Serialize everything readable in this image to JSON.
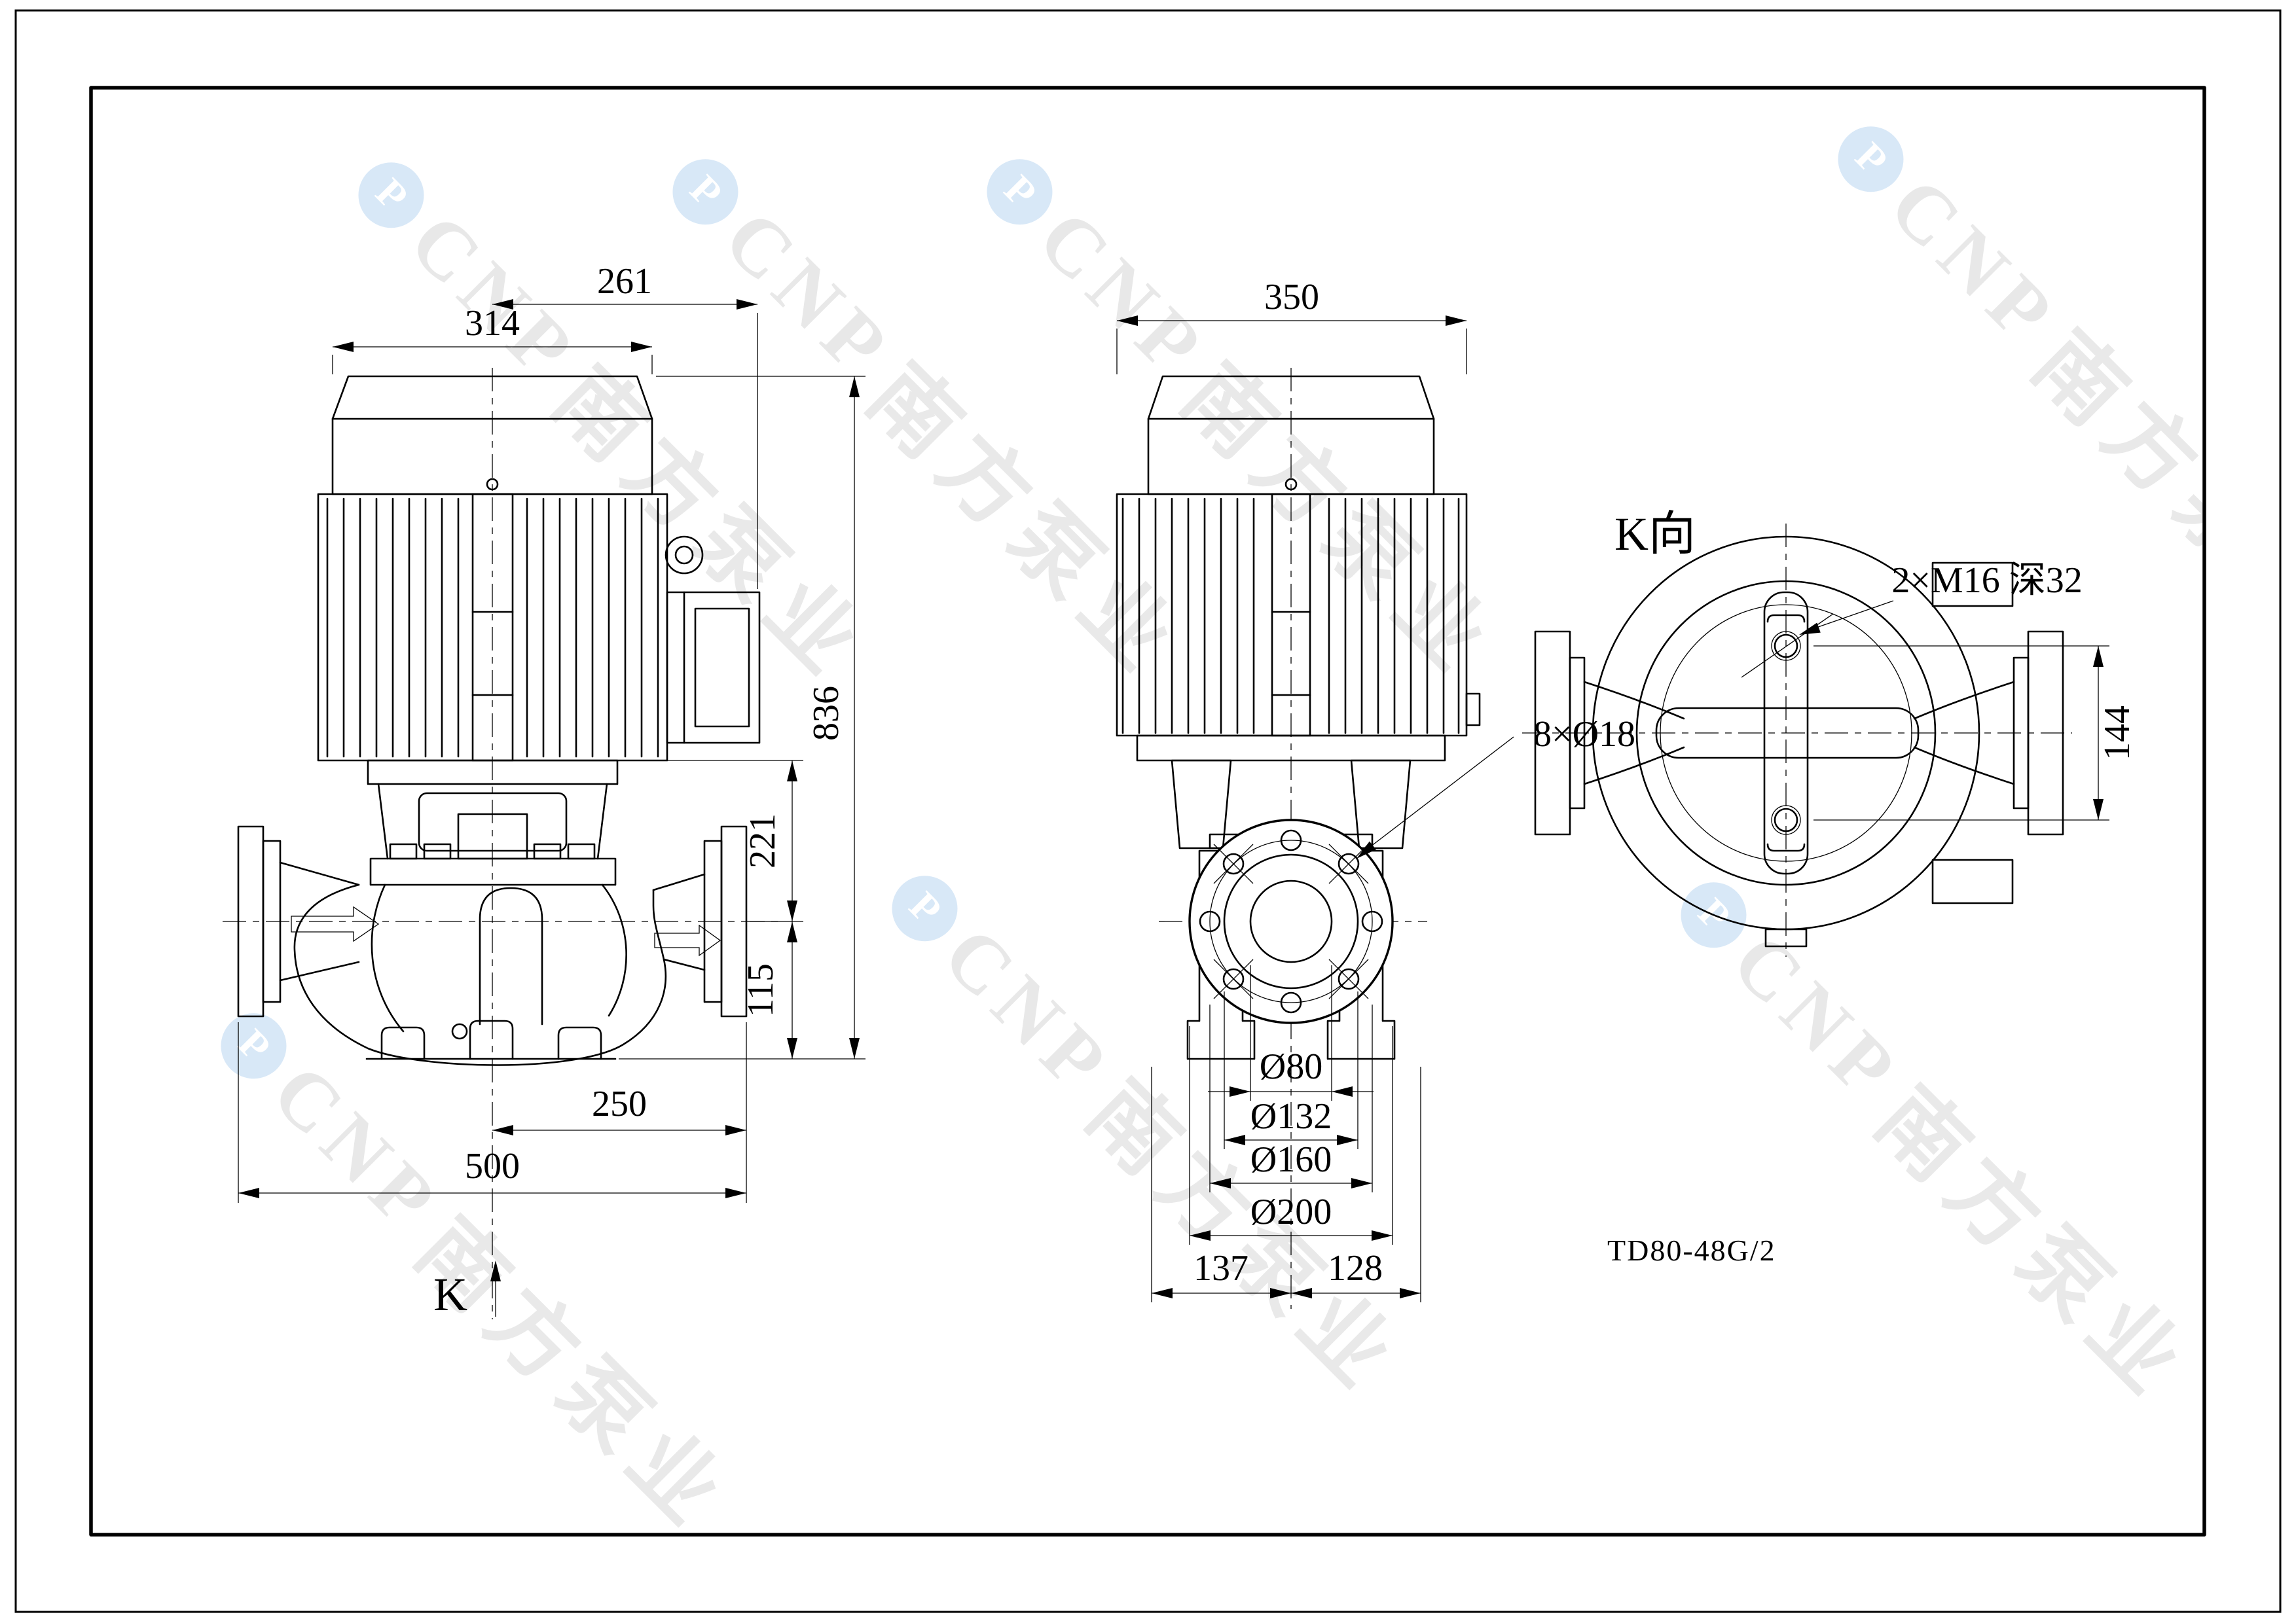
{
  "drawing": {
    "model_code": "TD80-48G/2",
    "watermark": {
      "brand_en": "CNP",
      "brand_cn": "南方泵业",
      "logo_letter": "P"
    },
    "left_view": {
      "view_arrow_label": "K",
      "dim_261": "261",
      "dim_314": "314",
      "dim_836": "836",
      "dim_221": "221",
      "dim_115": "115",
      "dim_250": "250",
      "dim_500": "500"
    },
    "front_view": {
      "dim_350": "350",
      "dim_bolt_holes": "8×Ø18",
      "dim_d80": "Ø80",
      "dim_d132": "Ø132",
      "dim_d160": "Ø160",
      "dim_d200": "Ø200",
      "dim_137": "137",
      "dim_128": "128"
    },
    "k_view": {
      "title": "K向",
      "dim_tapped_holes": "2×M16 深32",
      "dim_144": "144"
    }
  }
}
